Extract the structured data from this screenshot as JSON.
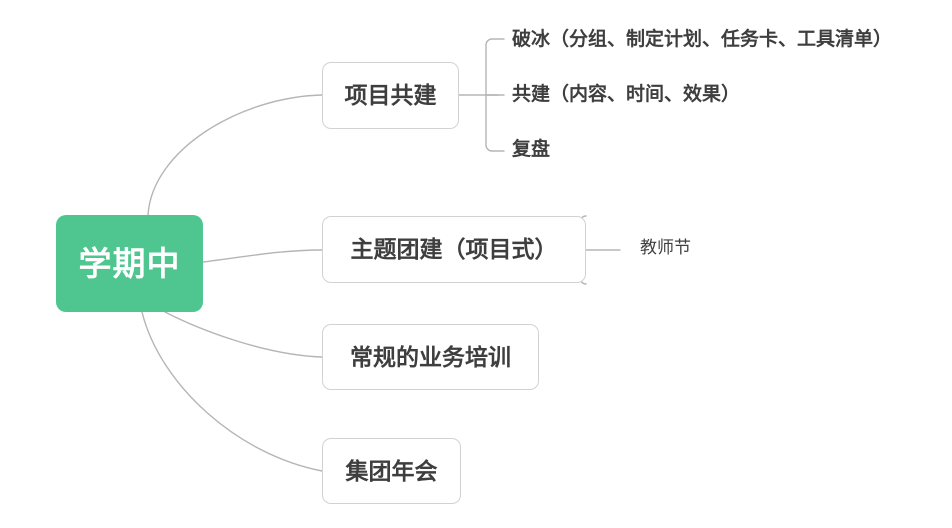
{
  "diagram": {
    "type": "mind-map",
    "background_color": "#ffffff",
    "edge_color": "#b5b5b5",
    "root": {
      "label": "学期中",
      "fill_color": "#4FC68F",
      "text_color": "#ffffff"
    },
    "node_style": {
      "fill_color": "#ffffff",
      "border_color": "#d2d2d2",
      "text_color": "#3e3e3e"
    },
    "branches": [
      {
        "label": "项目共建",
        "children": [
          {
            "label": "破冰（分组、制定计划、任务卡、工具清单）"
          },
          {
            "label": "共建（内容、时间、效果）"
          },
          {
            "label": "复盘"
          }
        ]
      },
      {
        "label": "主题团建（项目式）",
        "children": [
          {
            "label": "教师节"
          }
        ]
      },
      {
        "label": "常规的业务培训",
        "children": []
      },
      {
        "label": "集团年会",
        "children": []
      }
    ]
  }
}
